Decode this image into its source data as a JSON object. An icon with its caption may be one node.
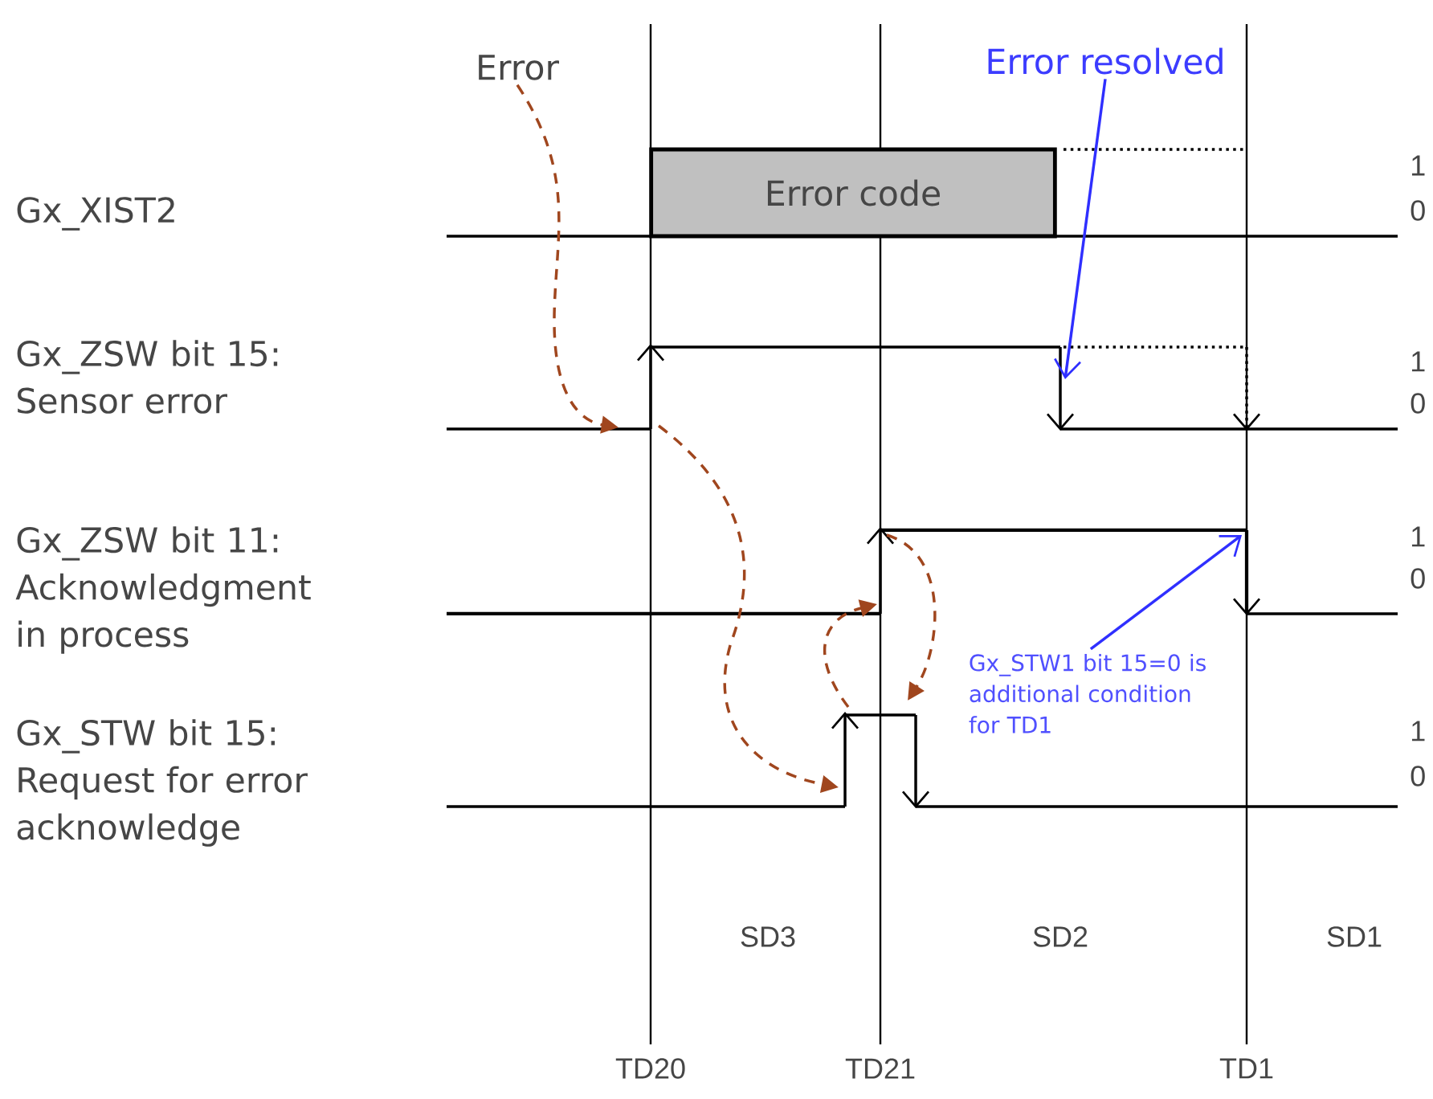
{
  "diagram": {
    "nodes": [
      {
        "text": [
          "Error"
        ]
      },
      {
        "text": [
          "Error resolved"
        ]
      },
      {
        "text": [
          "Error code"
        ]
      },
      {
        "text": [
          "Gx_STW1 bit 15=0 is additional condition for TD1"
        ]
      }
    ],
    "edges": [
      {
        "from": 0,
        "to": null,
        "arrow": "to",
        "style": "dashed",
        "color": "#a0461e"
      },
      {
        "from": 1,
        "to": null,
        "arrow": "to",
        "color": "#2f2fff"
      },
      {
        "from": 3,
        "to": null,
        "arrow": "to",
        "color": "#2f2fff"
      }
    ],
    "labels": [
      "Gx_XIST2",
      "1",
      "0",
      "Gx_ZSW bit 15: Sensor error",
      "1",
      "0",
      "Gx_ZSW bit 11: Acknowledgment in process",
      "1",
      "0",
      "Gx_STW bit 15: Request for error acknowledge",
      "1",
      "0",
      "SD3",
      "SD2",
      "SD1",
      "TD20",
      "TD21",
      "TD1"
    ]
  }
}
